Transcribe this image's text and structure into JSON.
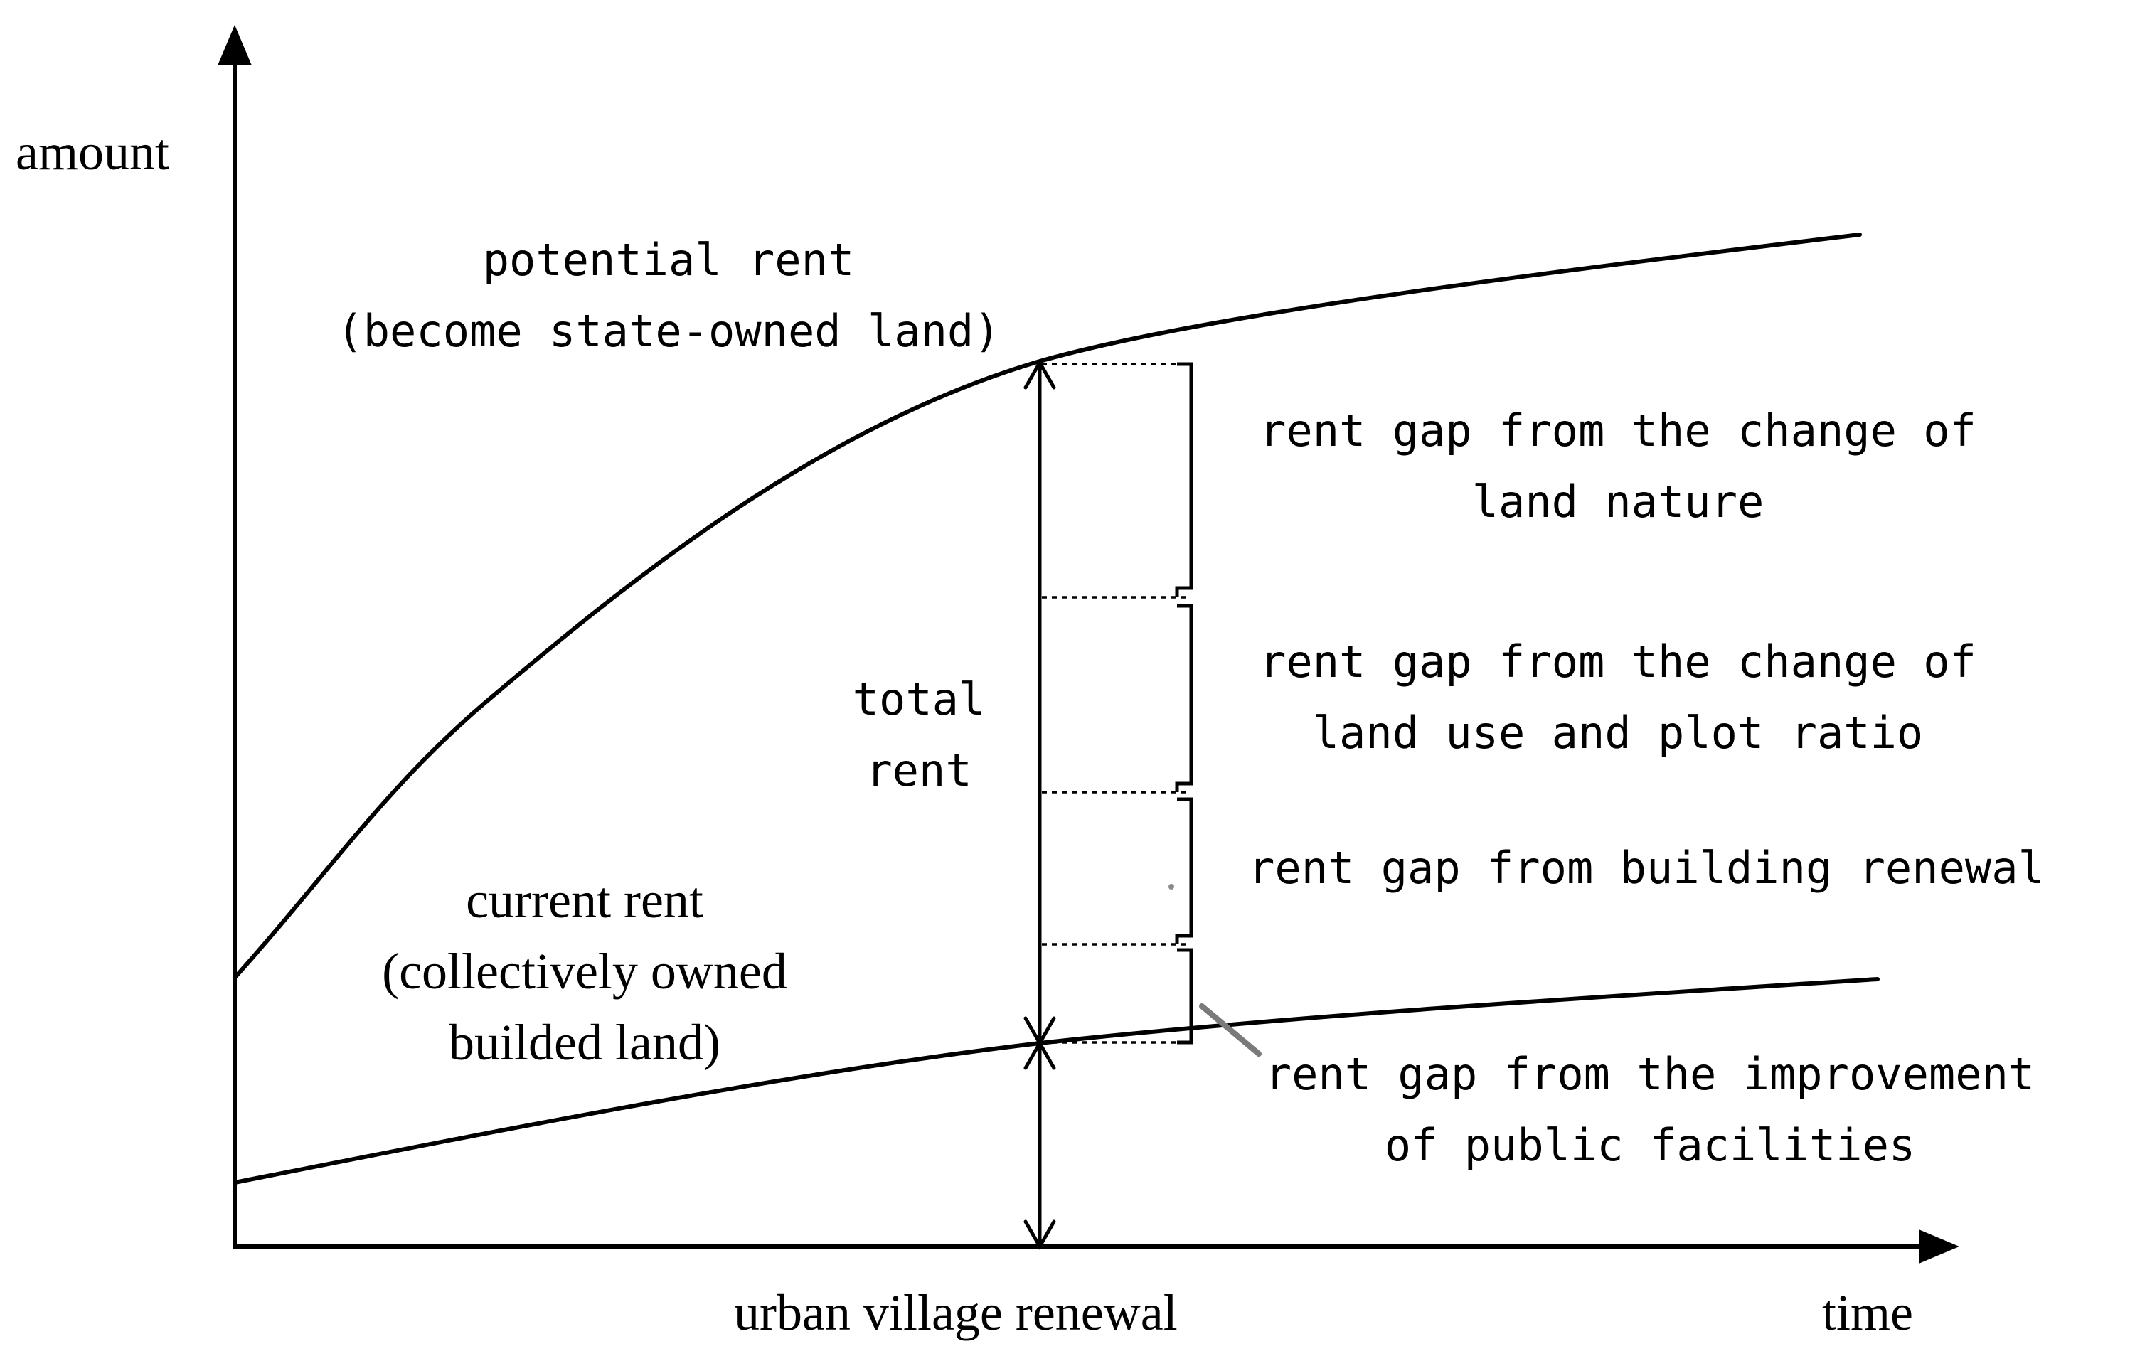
{
  "axes": {
    "y_label": "amount",
    "x_label": "time",
    "x_marker_label": "urban village renewal"
  },
  "curves": {
    "potential": {
      "label_line1": "potential rent",
      "label_line2": "(become state-owned land)"
    },
    "current": {
      "label_line1": "current rent",
      "label_line2": "(collectively owned",
      "label_line3": "builded land)"
    }
  },
  "total_rent": {
    "line1": "total",
    "line2": "rent"
  },
  "gaps": [
    {
      "line1": "rent gap from the change of",
      "line2": "land nature"
    },
    {
      "line1": "rent gap from the change of",
      "line2": "land use and plot ratio"
    },
    {
      "line1": "rent gap from building renewal"
    },
    {
      "line1": "rent gap from the improvement",
      "line2": "of public facilities"
    }
  ]
}
